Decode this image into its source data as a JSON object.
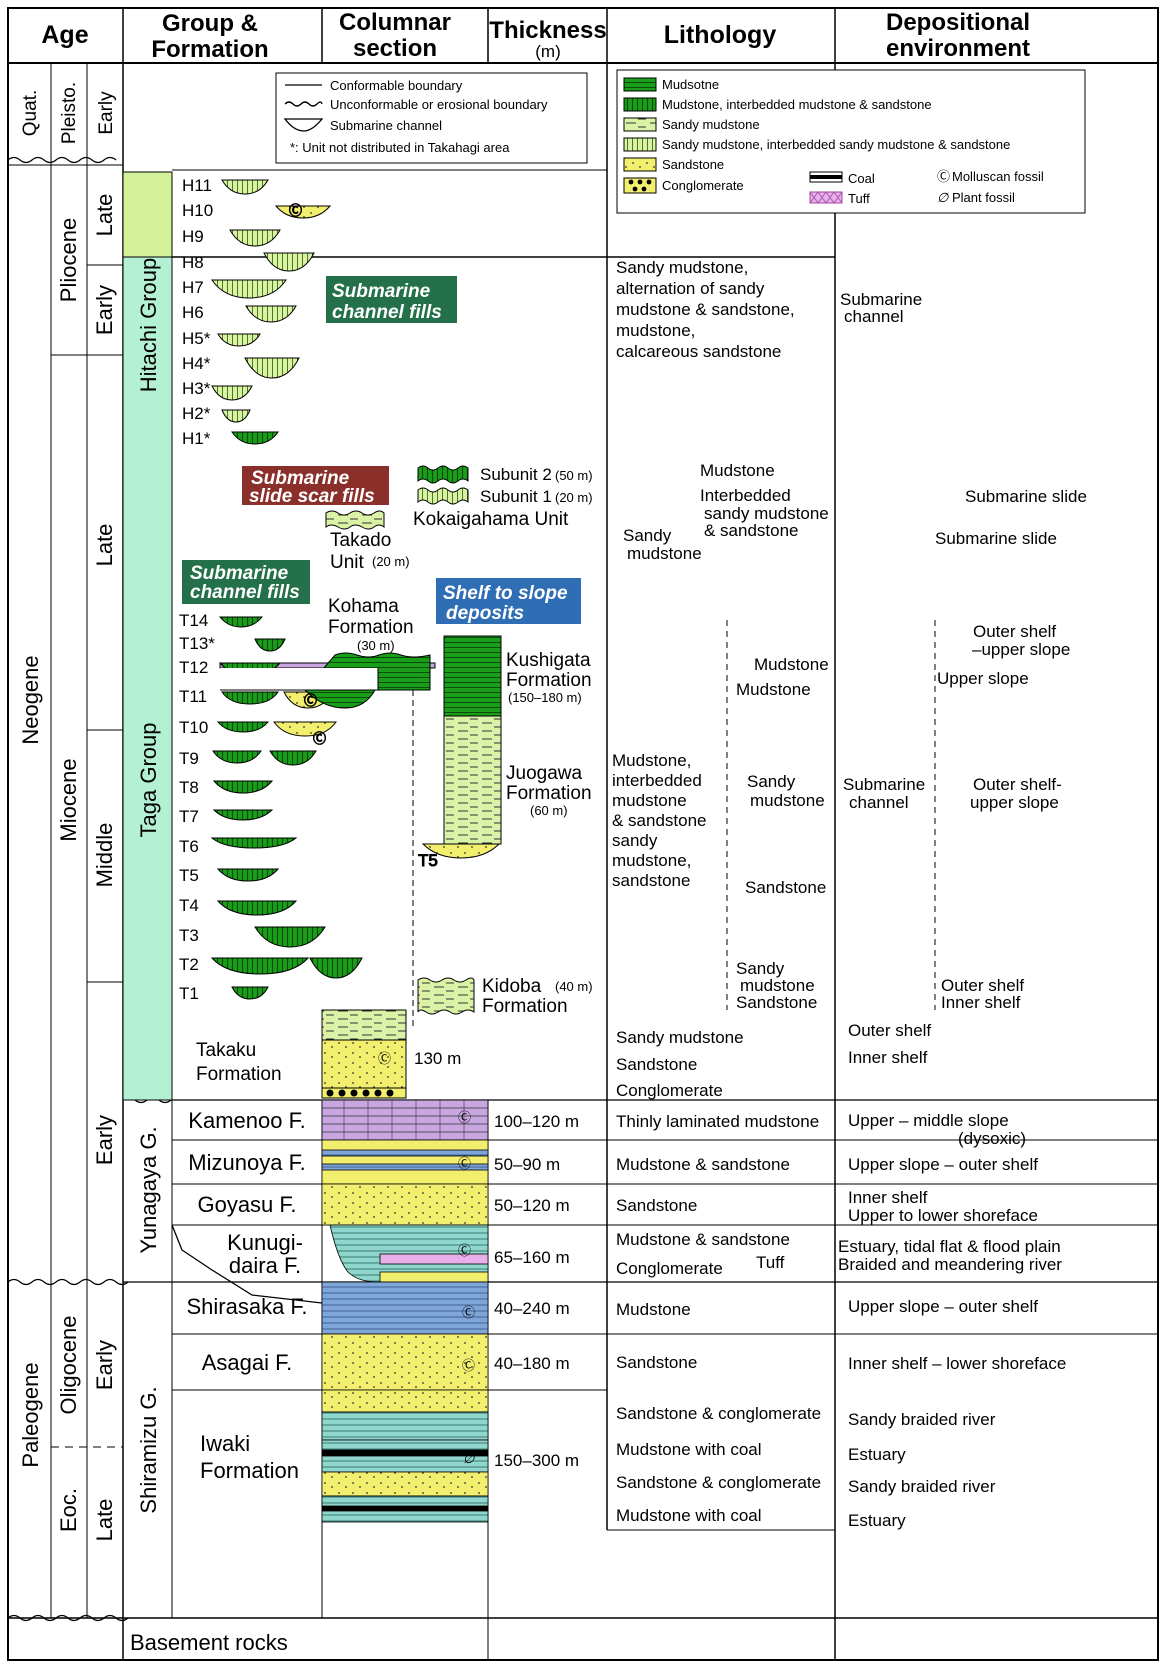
{
  "headers": {
    "age": "Age",
    "group_formation": [
      "Group &",
      "Formation"
    ],
    "columnar": [
      "Columnar",
      "section"
    ],
    "thickness": "Thickness",
    "thickness_unit": "(m)",
    "lithology": "Lithology",
    "environment": [
      "Depositional",
      "environment"
    ]
  },
  "ages": {
    "quat": "Quat.",
    "pleisto": "Pleisto.",
    "pleisto_early": "Early",
    "neogene": "Neogene",
    "pliocene": "Pliocene",
    "plio_late": "Late",
    "plio_early": "Early",
    "miocene": "Miocene",
    "mio_late": "Late",
    "mio_middle": "Middle",
    "mio_early": "Early",
    "paleogene": "Paleogene",
    "oligocene": "Oligocene",
    "eoc": "Eoc.",
    "olig_early": "Early",
    "eoc_late": "Late"
  },
  "groups": {
    "hitachi": "Hitachi Group",
    "taga": "Taga Group",
    "yunagaya": "Yunagaya G.",
    "shiramizu": "Shiramizu G."
  },
  "legend_lines": {
    "conformable": "Conformable boundary",
    "unconformable": "Unconformable or erosional boundary",
    "channel": "Submarine channel",
    "note": "*: Unit not distributed in Takahagi area"
  },
  "legend_litho": {
    "mudstone": "Mudsotne",
    "mud_inter": "Mudstone, interbedded mudstone & sandstone",
    "sandy_mud": "Sandy mudstone",
    "sandy_inter": "Sandy mudstone, interbedded sandy mudstone & sandstone",
    "sandstone": "Sandstone",
    "conglomerate": "Conglomerate",
    "coal": "Coal",
    "tuff": "Tuff",
    "mollusc": "Molluscan fossil",
    "plant": "Plant fossil"
  },
  "hitachi_units": [
    "H11",
    "H10",
    "H9",
    "H8",
    "H7",
    "H6",
    "H5*",
    "H4*",
    "H3*",
    "H2*",
    "H1*"
  ],
  "taga_units": [
    "T14",
    "T13*",
    "T12",
    "T11",
    "T10",
    "T9",
    "T8",
    "T7",
    "T6",
    "T5",
    "T4",
    "T3",
    "T2",
    "T1"
  ],
  "boxes": {
    "channel_h": [
      "Submarine",
      "channel fills"
    ],
    "slide": [
      "Submarine",
      "slide scar fills"
    ],
    "channel_t": [
      "Submarine",
      "channel fills"
    ],
    "shelf": [
      "Shelf to slope",
      "deposits"
    ]
  },
  "units": {
    "subunit2": "Subunit 2",
    "subunit2_thk": "(50 m)",
    "subunit1": "Subunit 1",
    "subunit1_thk": "(20 m)",
    "kokaigahama": "Kokaigahama Unit",
    "takado": "Takado",
    "takado_unit": "Unit",
    "takado_thk": "(20 m)",
    "kohama": [
      "Kohama",
      "Formation"
    ],
    "kohama_thk": "(30 m)",
    "kushigata": [
      "Kushigata",
      "Formation"
    ],
    "kushigata_thk": "(150–180 m)",
    "juogawa": [
      "Juogawa",
      "Formation"
    ],
    "juogawa_thk": "(60 m)",
    "t5_label": "T5",
    "kidoba": "Kidoba",
    "kidoba_thk": "(40 m)",
    "kidoba_f": "Formation",
    "takaku": [
      "Takaku",
      "Formation"
    ],
    "takaku_thk": "130 m"
  },
  "formations": [
    {
      "name": "Kamenoo F.",
      "thickness": "100–120 m",
      "litho": "Thinly laminated mudstone",
      "env": [
        "Upper – middle slope",
        "(dysoxic)"
      ]
    },
    {
      "name": "Mizunoya F.",
      "thickness": "50–90 m",
      "litho": "Mudstone & sandstone",
      "env": [
        "Upper slope – outer shelf"
      ]
    },
    {
      "name": "Goyasu F.",
      "thickness": "50–120 m",
      "litho": "Sandstone",
      "env": [
        "Inner shelf",
        "Upper to lower shoreface"
      ]
    },
    {
      "name": [
        "Kunugi-",
        "daira F."
      ],
      "thickness": "65–160 m",
      "litho": [
        "Mudstone & sandstone",
        "Conglomerate",
        "Tuff"
      ],
      "env": [
        "Estuary, tidal flat & flood plain",
        "Braided and meandering river"
      ]
    },
    {
      "name": "Shirasaka F.",
      "thickness": "40–240 m",
      "litho": "Mudstone",
      "env": [
        "Upper slope – outer shelf"
      ]
    },
    {
      "name": "Asagai F.",
      "thickness": "40–180 m",
      "litho": "Sandstone",
      "env": [
        "Inner shelf – lower shoreface"
      ]
    },
    {
      "name": [
        "Iwaki",
        "Formation"
      ],
      "thickness": "150–300 m",
      "litho": [
        "Sandstone & conglomerate",
        "Mudstone with coal",
        "Sandstone & conglomerate",
        "Mudstone with coal"
      ],
      "env": [
        "Sandy braided river",
        "Estuary",
        "Sandy braided river",
        "Estuary"
      ]
    }
  ],
  "basement": "Basement rocks",
  "lithology_text": {
    "hitachi": [
      "Sandy mudstone,",
      "alternation of sandy",
      " mudstone & sandstone,",
      "mudstone,",
      "calcareous sandstone"
    ],
    "t_mudstone": "Mudstone",
    "t_interbedded": [
      "Interbedded",
      "sandy mudstone",
      "& sandstone"
    ],
    "t_sandy": [
      "Sandy",
      "mudstone"
    ],
    "t_mud1": "Mudstone",
    "t_mud2": "Mudstone",
    "t_mid": [
      "Mudstone,",
      "interbedded",
      " mudstone",
      " & sandstone",
      "sandy",
      " mudstone,",
      "sandstone"
    ],
    "t_sandy2": [
      "Sandy",
      "mudstone"
    ],
    "t_sandstone": "Sandstone",
    "t_sandy3": [
      "Sandy",
      "mudstone",
      "Sandstone"
    ],
    "takaku": [
      "Sandy mudstone",
      "Sandstone",
      "Conglomerate"
    ]
  },
  "env_text": {
    "hitachi": [
      "Submarine",
      "channel"
    ],
    "slide1": "Submarine slide",
    "slide2": "Submarine slide",
    "outer_upper": [
      "Outer shelf",
      "–upper slope"
    ],
    "upper_slope": "Upper slope",
    "channel": [
      "Submarine",
      "channel"
    ],
    "outer_upper2": [
      "Outer shelf-",
      "upper slope"
    ],
    "outer_inner": [
      "Outer shelf",
      "Inner shelf"
    ],
    "takaku": [
      "Outer shelf",
      "Inner shelf"
    ]
  },
  "colors": {
    "mudstone": "#1a9e1a",
    "sandy": "#d9f2a6",
    "sandstone": "#f2ef6e",
    "hitachi_band": "#d4f29a",
    "taga_band": "#b3f0d4",
    "purple": "#c8a6e0",
    "blue_mud": "#7fa6d8",
    "teal": "#8fd6cc",
    "box_green": "#24704a",
    "box_red": "#8b2f2a",
    "box_blue": "#2f6db5"
  }
}
